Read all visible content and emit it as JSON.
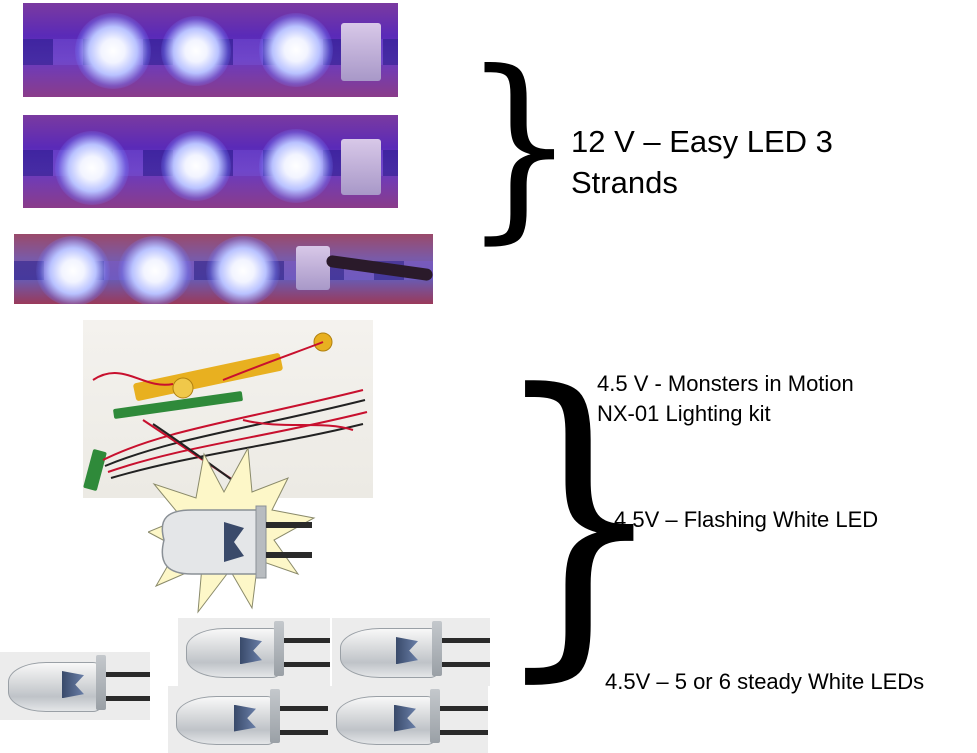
{
  "labels": {
    "strands": "12 V – Easy LED 3 Strands",
    "kit": "4.5 V - Monsters in Motion NX-01 Lighting kit",
    "flashing": "4.5V – Flashing White LED",
    "steady": "4.5V – 5 or 6 steady White LEDs"
  },
  "braces": {
    "top_glyph": "}",
    "bottom_glyph": "}"
  },
  "colors": {
    "strip_purple": "#6a3bc0",
    "led_glow": "#ffffff",
    "wire_red": "#c8102e",
    "pcb_yellow": "#e8b020",
    "pcb_green": "#2f8a3a",
    "starburst": "#fdf7c8"
  },
  "icons": [
    "led-strip-photo",
    "lighting-kit-photo",
    "flashing-led-photo",
    "led-bulb-photo"
  ]
}
